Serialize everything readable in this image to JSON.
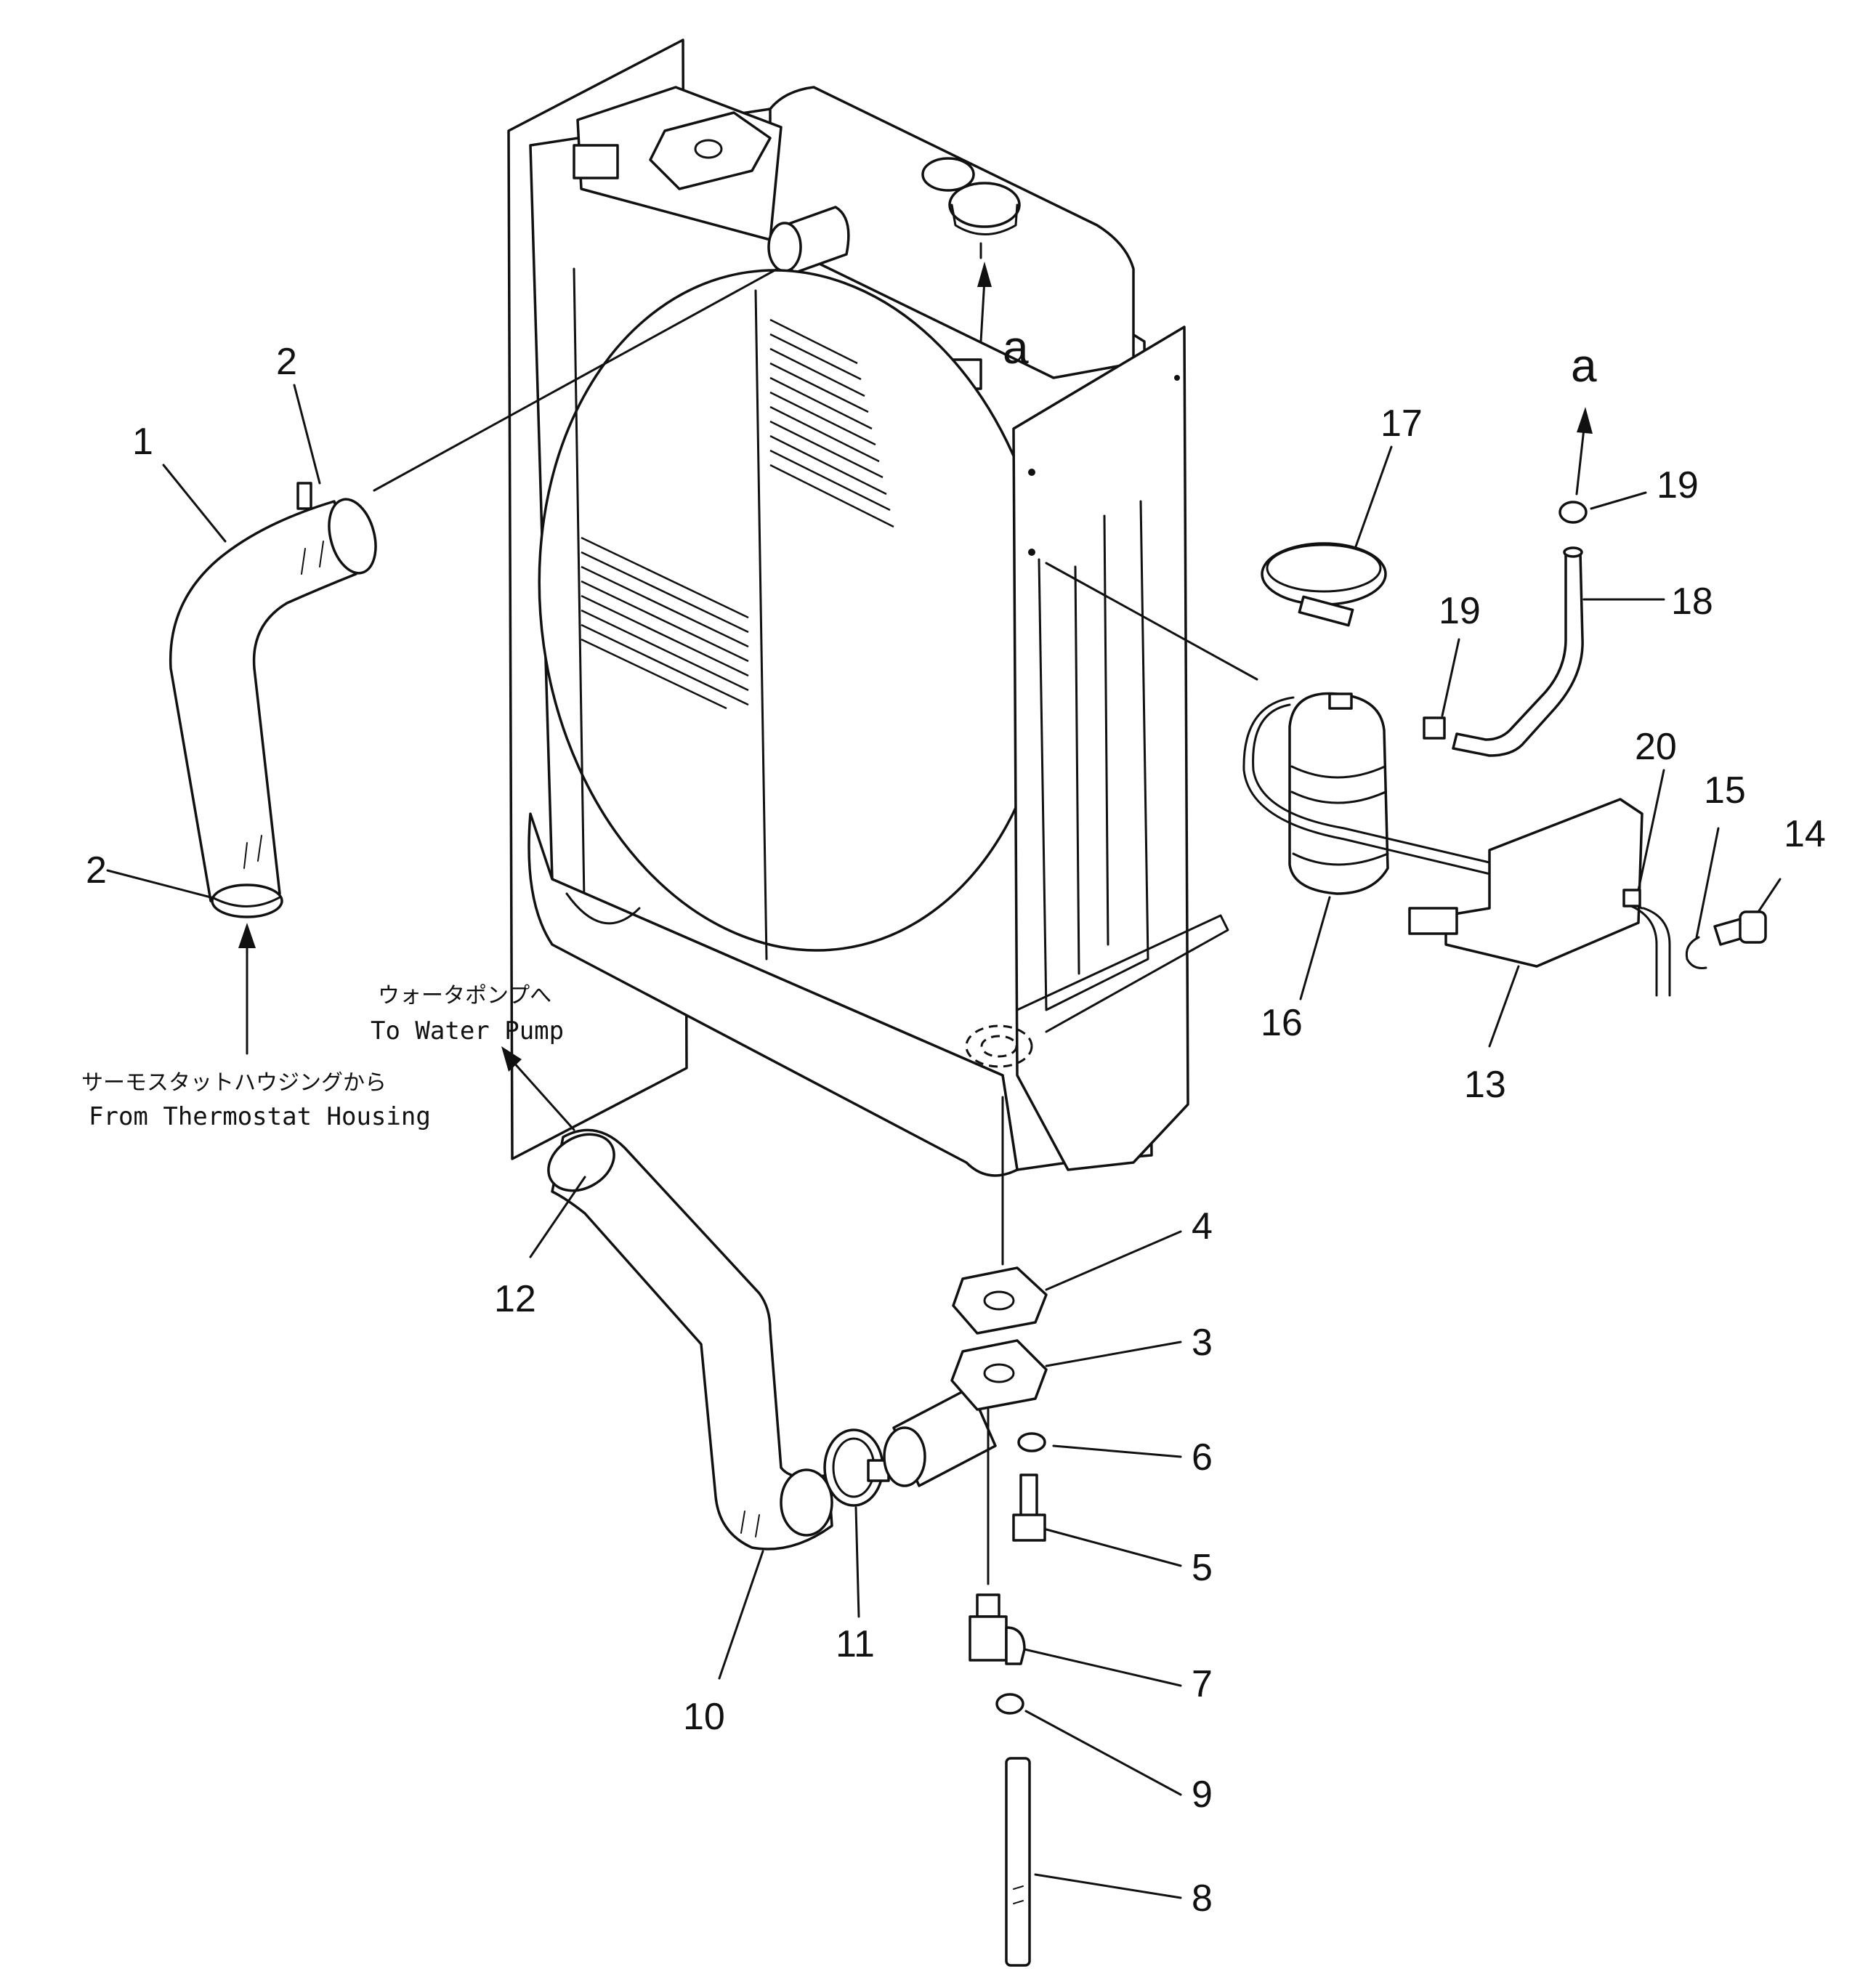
{
  "diagram": {
    "callouts": [
      {
        "id": "1",
        "label": "1"
      },
      {
        "id": "2a",
        "label": "2"
      },
      {
        "id": "2b",
        "label": "2"
      },
      {
        "id": "3",
        "label": "3"
      },
      {
        "id": "4",
        "label": "4"
      },
      {
        "id": "5",
        "label": "5"
      },
      {
        "id": "6",
        "label": "6"
      },
      {
        "id": "7",
        "label": "7"
      },
      {
        "id": "8",
        "label": "8"
      },
      {
        "id": "9",
        "label": "9"
      },
      {
        "id": "10",
        "label": "10"
      },
      {
        "id": "11",
        "label": "11"
      },
      {
        "id": "12",
        "label": "12"
      },
      {
        "id": "13",
        "label": "13"
      },
      {
        "id": "14",
        "label": "14"
      },
      {
        "id": "15",
        "label": "15"
      },
      {
        "id": "16",
        "label": "16"
      },
      {
        "id": "17",
        "label": "17"
      },
      {
        "id": "18",
        "label": "18"
      },
      {
        "id": "19a",
        "label": "19"
      },
      {
        "id": "19b",
        "label": "19"
      },
      {
        "id": "20",
        "label": "20"
      }
    ],
    "connection_marks": {
      "a_radiator": "a",
      "a_hose": "a"
    },
    "notes": {
      "to_water_pump_ja": "ウォータポンプへ",
      "to_water_pump_en": "To Water Pump",
      "from_thermostat_ja": "サーモスタットハウジングから",
      "from_thermostat_en": "From Thermostat Housing"
    }
  }
}
